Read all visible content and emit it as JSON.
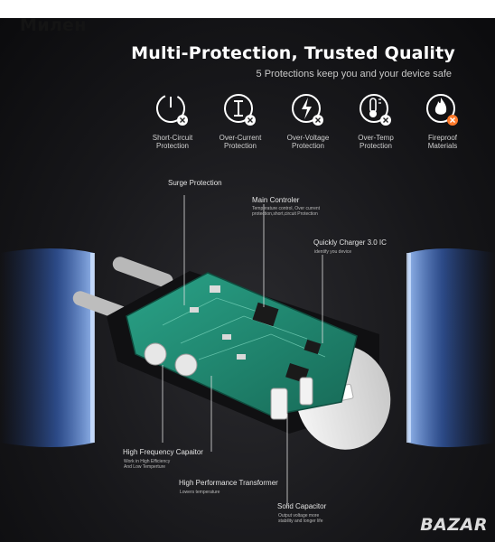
{
  "seller_name": "Милен",
  "headline": "Multi-Protection, Trusted Quality",
  "subheadline": "5 Protections keep you and your device safe",
  "protections": [
    {
      "label": "Short-Circuit\nProtection",
      "icon": "power-icon"
    },
    {
      "label": "Over-Current\nProtection",
      "icon": "current-icon"
    },
    {
      "label": "Over-Voltage\nProtection",
      "icon": "lightning-icon"
    },
    {
      "label": "Over-Temp\nProtection",
      "icon": "thermometer-icon"
    },
    {
      "label": "Fireproof\nMaterials",
      "icon": "flame-icon"
    }
  ],
  "callouts": {
    "surge": {
      "title": "Surge Protection"
    },
    "main": {
      "title": "Main Controler",
      "sub": "Temperature control, Over current\nprotection,short,circuit Protection"
    },
    "qc": {
      "title": "Quickly Charger 3.0 IC",
      "sub": "identify you device"
    },
    "hfc": {
      "title": "High Frequency Capaitor",
      "sub": "Work in High Efficiency\nAnd Low Temperture"
    },
    "hpt": {
      "title": "High Performance Transformer",
      "sub": "Lowers temperature"
    },
    "solid": {
      "title": "Solid Capacitor",
      "sub": "Output voltage more\nstability and longer life"
    }
  },
  "watermark": "BAZAR",
  "colors": {
    "background": "#131316",
    "pcb": "#1f8a72",
    "glow": "#3b6fd6",
    "accent": "#ffffff"
  }
}
